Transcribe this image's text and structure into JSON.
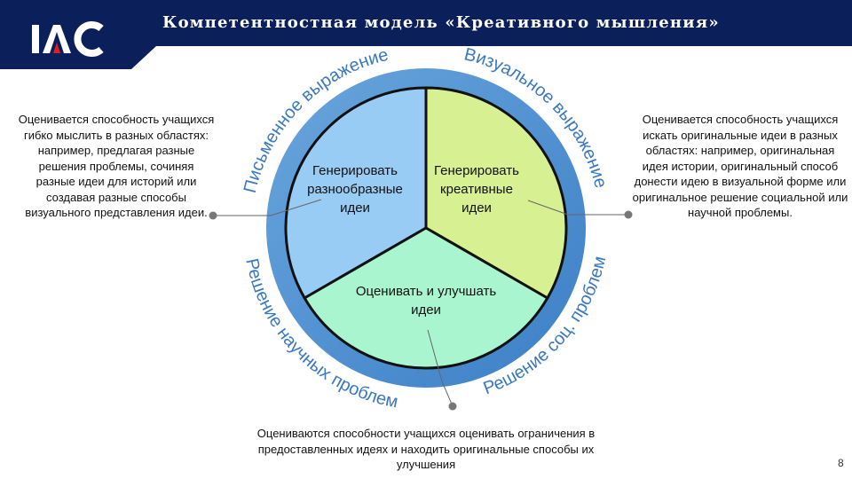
{
  "header": {
    "title": "Компетентностная модель «Креативного мышления»",
    "logo_text": "IAC",
    "background_color": "#0b1f5b"
  },
  "diagram": {
    "segments": [
      {
        "label_lines": [
          "Генерировать",
          "разнообразные",
          "идеи"
        ],
        "color": "#99ccf5"
      },
      {
        "label_lines": [
          "Генерировать",
          "креативные",
          "идеи"
        ],
        "color": "#d6f092"
      },
      {
        "label_lines": [
          "Оценивать и улучшать",
          "идеи"
        ],
        "color": "#a8f5d0"
      }
    ],
    "ring_color": "#5b9bd5",
    "ring_labels": {
      "written": "Письменное выражение",
      "visual": "Визуальное выражение",
      "social": "Решение соц. проблем",
      "scientific": "Решение научных проблем"
    }
  },
  "descriptions": {
    "left": "Оценивается способность учащихся гибко мыслить в разных областях: например, предлагая разные решения проблемы, сочиняя разные идеи для историй или создавая разные способы визуального представления идеи.",
    "right": "Оценивается способность учащихся искать оригинальные идеи в разных областях: например, оригинальная идея истории, оригинальный способ донести идею в визуальной форме или оригинальное решение социальной или научной проблемы.",
    "bottom": "Оцениваются способности учащихся оценивать ограничения в предоставленных идеях и находить оригинальные способы их улучшения"
  },
  "page_number": "8"
}
